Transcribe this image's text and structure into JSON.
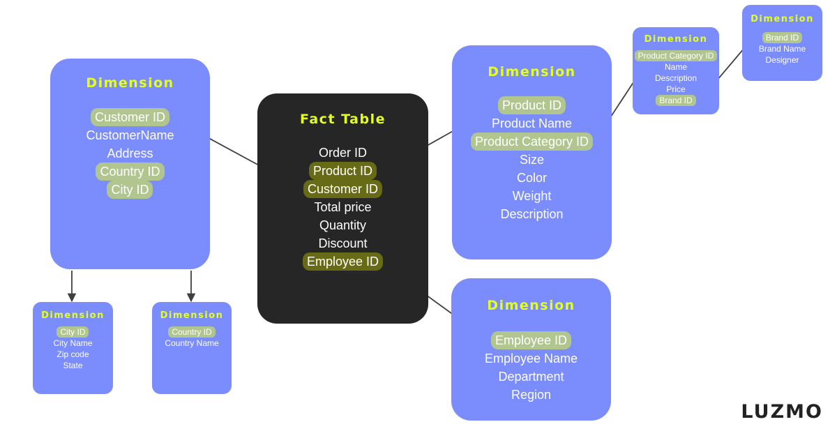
{
  "fact": {
    "title": "Fact Table",
    "fields": [
      "Order ID",
      "Product ID",
      "Customer ID",
      "Total price",
      "Quantity",
      "Discount",
      "Employee ID"
    ],
    "highlighted": [
      1,
      2,
      6
    ]
  },
  "customer": {
    "title": "Dimension",
    "fields": [
      "Customer ID",
      "CustomerName",
      "Address",
      "Country ID",
      "City ID"
    ],
    "highlighted": [
      0,
      3,
      4
    ]
  },
  "city": {
    "title": "Dimension",
    "fields": [
      "City ID",
      "City Name",
      "Zip code",
      "State"
    ],
    "highlighted": [
      0
    ]
  },
  "country": {
    "title": "Dimension",
    "fields": [
      "Country ID",
      "Country Name"
    ],
    "highlighted": [
      0
    ]
  },
  "product": {
    "title": "Dimension",
    "fields": [
      "Product ID",
      "Product Name",
      "Product Category ID",
      "Size",
      "Color",
      "Weight",
      "Description"
    ],
    "highlighted": [
      0,
      2
    ]
  },
  "category": {
    "title": "Dimension",
    "fields": [
      "Product Category ID",
      "Name",
      "Description",
      "Price",
      "Brand ID"
    ],
    "highlighted": [
      0,
      4
    ]
  },
  "brand": {
    "title": "Dimension",
    "fields": [
      "Brand ID",
      "Brand Name",
      "Designer"
    ],
    "highlighted": [
      0
    ]
  },
  "employee": {
    "title": "Dimension",
    "fields": [
      "Employee ID",
      "Employee Name",
      "Department",
      "Region"
    ],
    "highlighted": [
      0
    ]
  },
  "colors": {
    "dimension_fill": "#7b8cfd",
    "fact_fill": "#262626",
    "title": "#e4ff1f",
    "key_highlight_dimension": "#b1c68f",
    "key_highlight_fact": "#676b16",
    "arrow": "#3f3f3f"
  },
  "logo": {
    "text": "LUZMO"
  }
}
